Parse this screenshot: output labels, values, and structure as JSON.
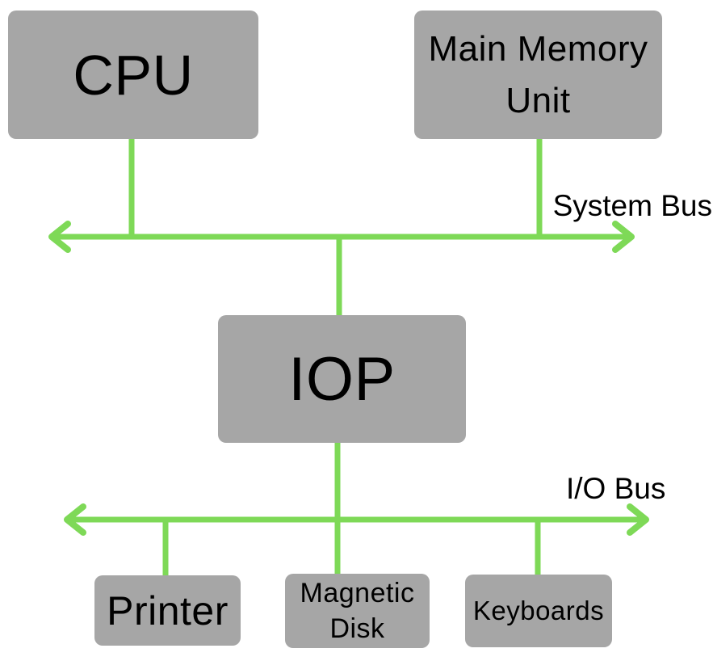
{
  "diagram": {
    "background": "#ffffff",
    "colors": {
      "box_fill": "#a6a6a6",
      "line": "#7ed957",
      "text": "#000000"
    },
    "nodes": [
      {
        "id": "cpu",
        "label": "CPU"
      },
      {
        "id": "main-memory-unit",
        "label": "Main Memory Unit"
      },
      {
        "id": "iop",
        "label": "IOP"
      },
      {
        "id": "printer",
        "label": "Printer"
      },
      {
        "id": "magnetic-disk",
        "label": "Magnetic Disk"
      },
      {
        "id": "keyboards",
        "label": "Keyboards"
      }
    ],
    "buses": [
      {
        "id": "system-bus",
        "label": "System Bus",
        "arrows": "both"
      },
      {
        "id": "io-bus",
        "label": "I/O Bus",
        "arrows": "both"
      }
    ],
    "edges": [
      {
        "from": "cpu",
        "to": "system-bus"
      },
      {
        "from": "main-memory-unit",
        "to": "system-bus"
      },
      {
        "from": "system-bus",
        "to": "iop"
      },
      {
        "from": "iop",
        "to": "io-bus"
      },
      {
        "from": "io-bus",
        "to": "printer"
      },
      {
        "from": "io-bus",
        "to": "magnetic-disk"
      },
      {
        "from": "io-bus",
        "to": "keyboards"
      }
    ]
  }
}
